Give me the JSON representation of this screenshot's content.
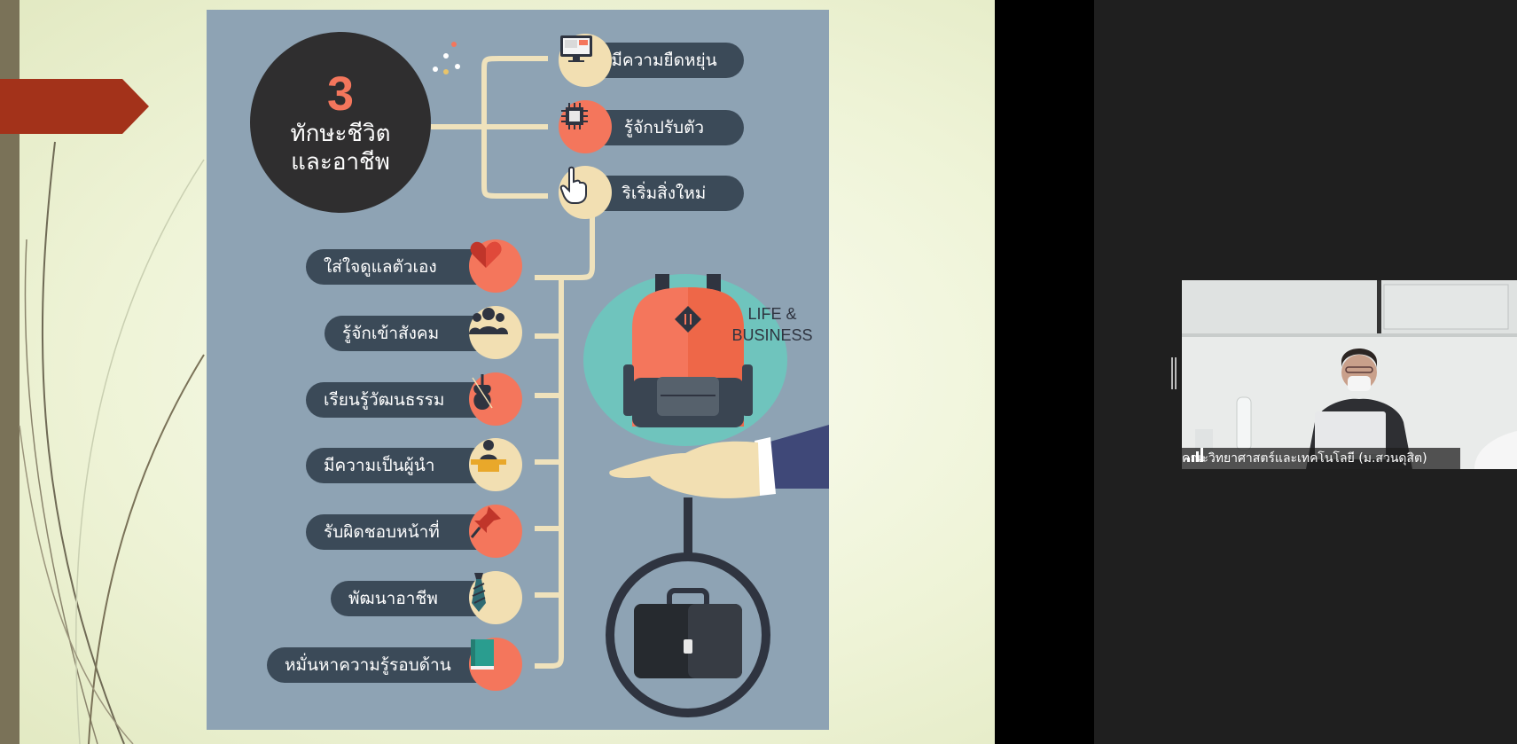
{
  "infographic": {
    "title": {
      "number": "3",
      "line1": "ทักษะชีวิต",
      "line2": "และอาชีพ"
    },
    "top_skills": [
      {
        "label": "มีความยืดหยุ่น",
        "icon": "monitor-icon"
      },
      {
        "label": "รู้จักปรับตัว",
        "icon": "chip-icon"
      },
      {
        "label": "ริเริ่มสิ่งใหม่",
        "icon": "hand-cursor-icon"
      }
    ],
    "left_skills": [
      {
        "label": "ใส่ใจดูแลตัวเอง",
        "icon": "heart-icon"
      },
      {
        "label": "รู้จักเข้าสังคม",
        "icon": "people-icon"
      },
      {
        "label": "เรียนรู้วัฒนธรรม",
        "icon": "violin-icon"
      },
      {
        "label": "มีความเป็นผู้นำ",
        "icon": "leader-podium-icon"
      },
      {
        "label": "รับผิดชอบหน้าที่",
        "icon": "pushpin-icon"
      },
      {
        "label": "พัฒนาอาชีพ",
        "icon": "necktie-icon"
      },
      {
        "label": "หมั่นหาความรู้รอบด้าน",
        "icon": "book-icon"
      }
    ],
    "badge": {
      "line1": "LIFE &",
      "line2": "BUSINESS"
    }
  },
  "video": {
    "participant_name": "คณะวิทยาศาสตร์และเทคโนโลยี (ม.สวนดุสิต)"
  },
  "colors": {
    "infographic_bg": "#8ea3b4",
    "pill": "#3b4a58",
    "coral": "#f4765c",
    "cream": "#f2dfb2",
    "slide_accent_arrow": "#a3321a"
  }
}
